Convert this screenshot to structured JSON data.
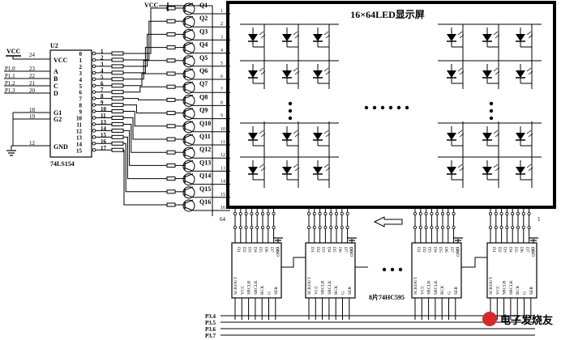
{
  "power": {
    "vcc_top": "VCC",
    "vcc_left": "VCC"
  },
  "decoder": {
    "ref": "U2",
    "part": "74LS154",
    "vcc_label": "VCC",
    "vcc_pin": "24",
    "address_inputs": [
      {
        "port": "P1.0",
        "pin": "23",
        "name": "A"
      },
      {
        "port": "P1.1",
        "pin": "22",
        "name": "B"
      },
      {
        "port": "P1.2",
        "pin": "21",
        "name": "C"
      },
      {
        "port": "P1.3",
        "pin": "20",
        "name": "D"
      }
    ],
    "enables": [
      {
        "pin": "18",
        "name": "G1"
      },
      {
        "pin": "19",
        "name": "G2"
      }
    ],
    "gnd_label": "GND",
    "gnd_pin": "12",
    "outputs": [
      {
        "name": "0",
        "pin": "1"
      },
      {
        "name": "1",
        "pin": "2"
      },
      {
        "name": "2",
        "pin": "3"
      },
      {
        "name": "3",
        "pin": "4"
      },
      {
        "name": "4",
        "pin": "5"
      },
      {
        "name": "5",
        "pin": "6"
      },
      {
        "name": "6",
        "pin": "7"
      },
      {
        "name": "7",
        "pin": "8"
      },
      {
        "name": "8",
        "pin": "9"
      },
      {
        "name": "9",
        "pin": "10"
      },
      {
        "name": "10",
        "pin": "11"
      },
      {
        "name": "11",
        "pin": "13"
      },
      {
        "name": "12",
        "pin": "14"
      },
      {
        "name": "13",
        "pin": "15"
      },
      {
        "name": "14",
        "pin": "16"
      },
      {
        "name": "15",
        "pin": "17"
      }
    ]
  },
  "transistors": {
    "labels": [
      "Q1",
      "Q2",
      "Q3",
      "Q4",
      "Q5",
      "Q6",
      "Q7",
      "Q8",
      "Q9",
      "Q10",
      "Q11",
      "Q12",
      "Q13",
      "Q14",
      "Q15",
      "Q16"
    ],
    "rows": [
      "1",
      "2",
      "3",
      "4",
      "5",
      "6",
      "7",
      "8",
      "9",
      "10",
      "11",
      "12",
      "13",
      "14",
      "15",
      "16"
    ]
  },
  "display": {
    "title": "16×64LED显示屏",
    "col_first": "64",
    "col_last": "1"
  },
  "shift_registers": {
    "caption": "8片74HC595",
    "pins": {
      "outputs": [
        "D1",
        "D2",
        "D3",
        "D4",
        "D5",
        "D6",
        "D7",
        "D0"
      ],
      "gnd": "GND",
      "bottom": [
        "SCKOUT",
        "VCC",
        "SRCLR",
        "SRCLK",
        "RCK",
        "G",
        "SER"
      ]
    },
    "ports": [
      "P3.4",
      "P3.5",
      "P3.6",
      "P3.7"
    ]
  },
  "watermark": "电子发烧友"
}
